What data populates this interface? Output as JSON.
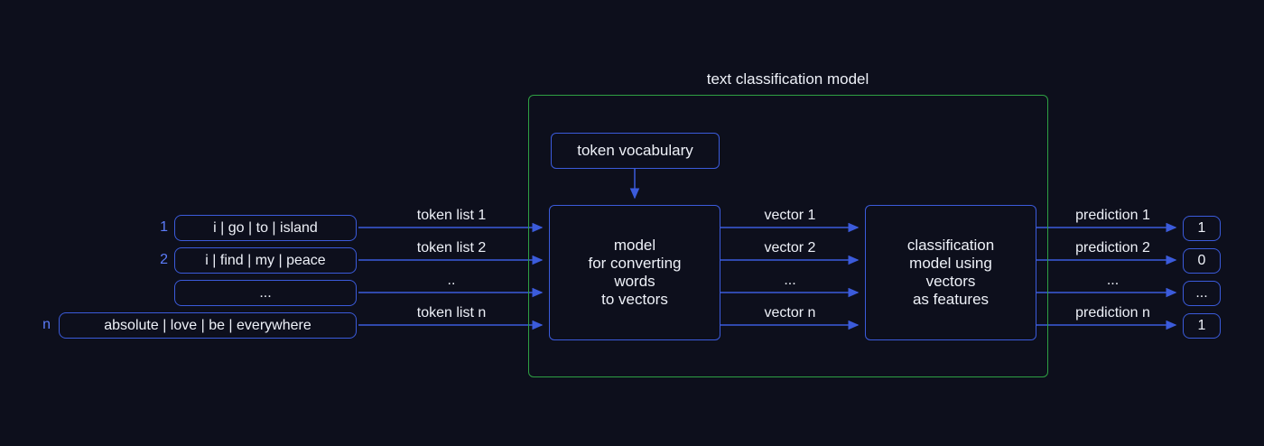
{
  "title": "text classification model",
  "boxes": {
    "vocab": "token vocabulary",
    "converter": "model\nfor converting\nwords\nto vectors",
    "classifier": "classification\nmodel using\nvectors\nas features"
  },
  "rows": [
    {
      "index": "1",
      "input": "i | go | to | island",
      "token_label": "token list 1",
      "vector_label": "vector 1",
      "prediction_label": "prediction 1",
      "output": "1"
    },
    {
      "index": "2",
      "input": "i | find | my | peace",
      "token_label": "token list 2",
      "vector_label": "vector 2",
      "prediction_label": "prediction 2",
      "output": "0"
    },
    {
      "index": "",
      "input": "...",
      "token_label": "..",
      "vector_label": "...",
      "prediction_label": "...",
      "output": "..."
    },
    {
      "index": "n",
      "input": "absolute | love | be | everywhere",
      "token_label": "token list n",
      "vector_label": "vector n",
      "prediction_label": "prediction n",
      "output": "1"
    }
  ],
  "colors": {
    "background": "#0d0f1c",
    "box_border": "#3b5bdb",
    "container_border": "#2ea043",
    "text": "#eef1f8",
    "index_accent": "#5c7cfa"
  }
}
